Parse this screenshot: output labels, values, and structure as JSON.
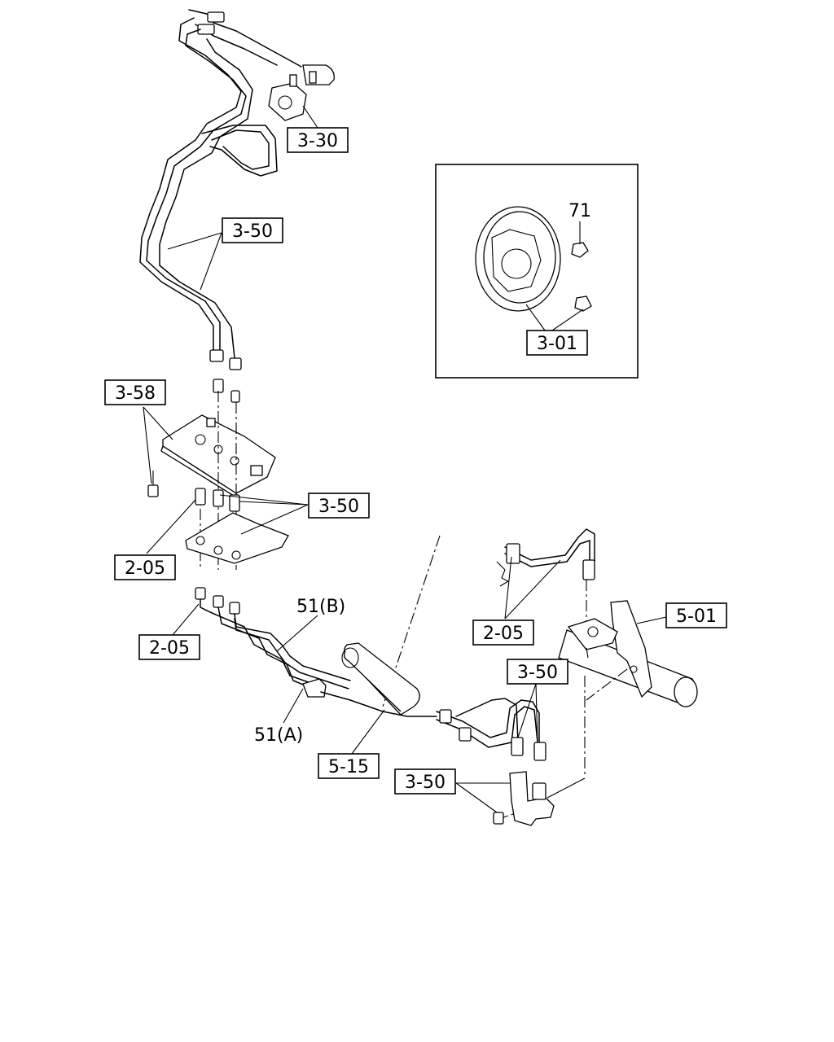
{
  "callouts": {
    "c_3_30": "3-30",
    "c_3_50_top": "3-50",
    "c_3_58": "3-58",
    "c_3_50_mid": "3-50",
    "c_2_05_left": "2-05",
    "c_2_05_lower": "2-05",
    "c_51b": "51(B)",
    "c_51a": "51(A)",
    "c_5_15": "5-15",
    "c_2_05_right": "2-05",
    "c_5_01": "5-01",
    "c_3_50_right": "3-50",
    "c_3_50_bottom": "3-50",
    "c_71": "71",
    "c_3_01": "3-01"
  }
}
